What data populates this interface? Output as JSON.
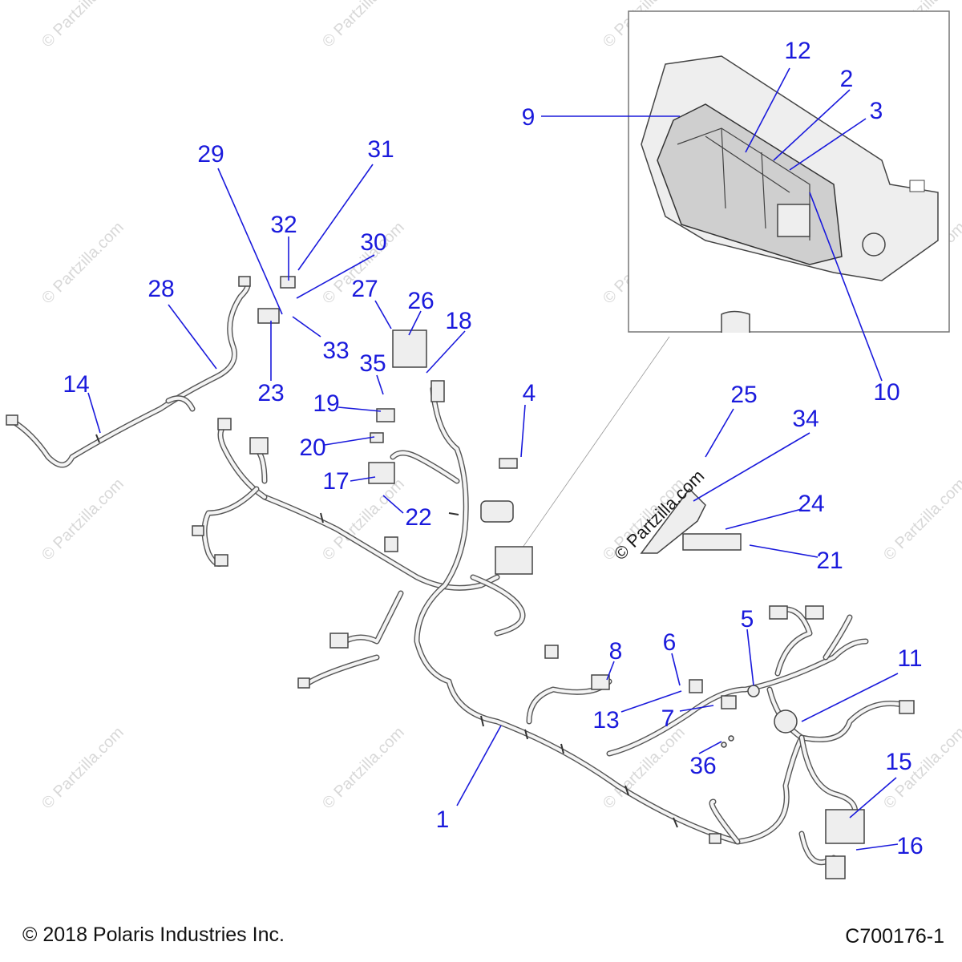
{
  "watermark": {
    "text": "© Partzilla.com",
    "overlay_text": "© Partzilla.com"
  },
  "callouts": [
    "1",
    "2",
    "3",
    "4",
    "5",
    "6",
    "7",
    "8",
    "9",
    "10",
    "11",
    "12",
    "13",
    "14",
    "15",
    "16",
    "17",
    "18",
    "19",
    "20",
    "21",
    "22",
    "23",
    "24",
    "25",
    "26",
    "27",
    "28",
    "29",
    "30",
    "31",
    "32",
    "33",
    "34",
    "35",
    "36"
  ],
  "footer": {
    "copyright": "© 2018 Polaris Industries Inc.",
    "figure_code": "C700176-1"
  }
}
